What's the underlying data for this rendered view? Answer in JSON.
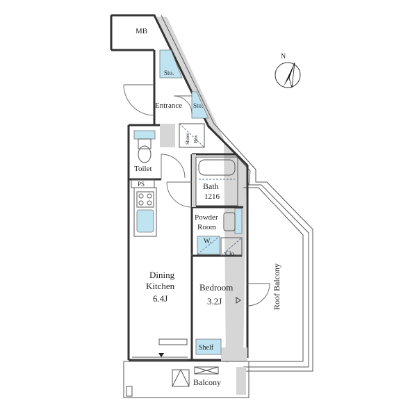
{
  "compass": {
    "label": "N"
  },
  "rooms": {
    "mb": "MB",
    "sto_top": "Sto.",
    "entrance": "Entrance",
    "sto_entrance": "Sto.",
    "shoes_box_1": "Shoes",
    "shoes_box_2": "Box",
    "toilet": "Toilet",
    "ps": "PS",
    "bath_label": "Bath",
    "bath_size": "1216",
    "powder_1": "Powder",
    "powder_2": "Room",
    "washer": "W.",
    "closet": "Clo.",
    "dining_1": "Dining",
    "dining_2": "Kitchen",
    "dining_size": "6.4J",
    "bedroom_label": "Bedroom",
    "bedroom_size": "3.2J",
    "shelf": "Shelf",
    "balcony": "Balcony",
    "roof_balcony": "Roof Balcony"
  }
}
